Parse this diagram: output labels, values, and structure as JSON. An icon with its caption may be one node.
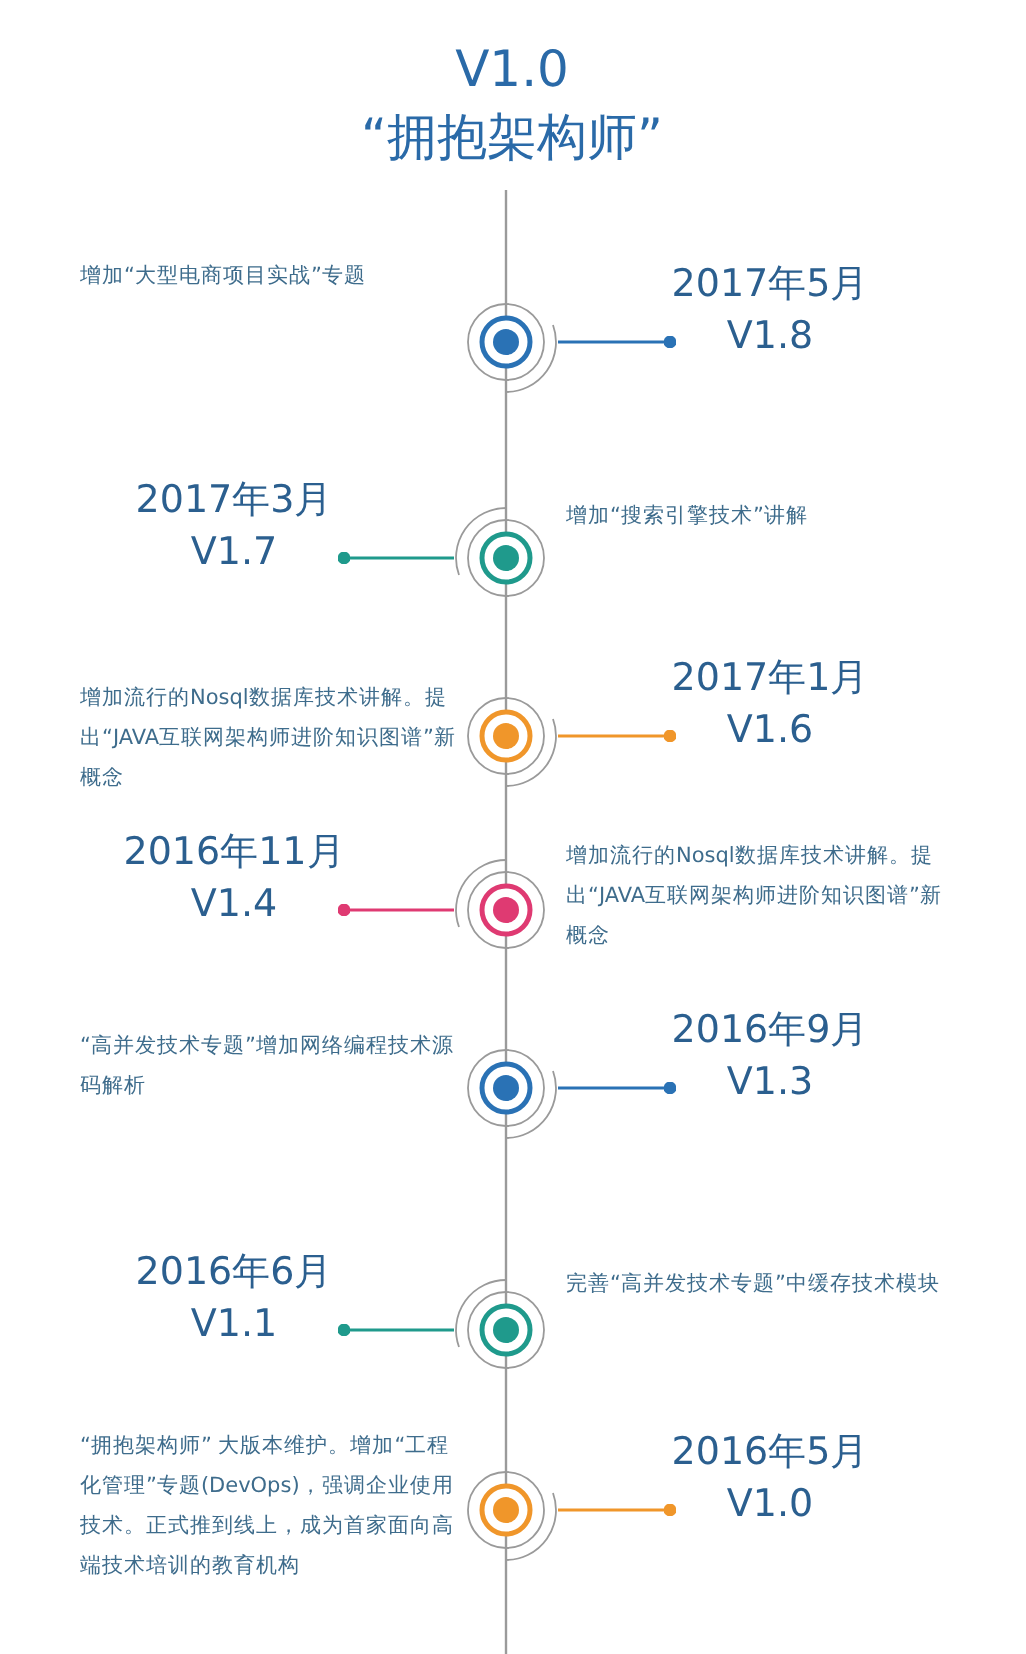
{
  "diagram": {
    "title": "V1.0 “拥抱架构师”",
    "nodes": [
      {
        "text": [],
        "shape": "circle"
      },
      {
        "text": [
          "2017年5月",
          "V1.8"
        ]
      },
      {
        "text": [],
        "shape": "circle",
        "beside": [
          "增加“搜索引擎技术”讲解"
        ]
      },
      {
        "text": [
          "2017年3月",
          "V1.7"
        ]
      },
      {
        "text": [],
        "shape": "circle",
        "beside": [
          "增加流行的Nosql数据库技术讲解。提出“JAVA互联网架构师进阶知识图谱”新概念"
        ]
      },
      {
        "text": [
          "2017年1月",
          "V1.6"
        ]
      },
      {
        "text": [],
        "shape": "circle",
        "beside": [
          "增加流行的Nosql数据库技术讲解。提出“JAVA互联网架构师进阶知识图谱”新概念"
        ]
      },
      {
        "text": [
          "2016年11月",
          "V1.4"
        ]
      },
      {
        "text": [],
        "shape": "circle",
        "beside": [
          "“高并发技术专题”增加网络编程技术源码解析"
        ]
      },
      {
        "text": [
          "2016年9月",
          "V1.3"
        ]
      },
      {
        "text": [],
        "shape": "circle",
        "beside": [
          "完善“高并发技术专题”中缓存技术模块"
        ]
      },
      {
        "text": [
          "2016年6月",
          "V1.1"
        ]
      },
      {
        "text": [],
        "shape": "circle",
        "beside": [
          "“拥抱架构师” 大版本维护。增加“工程化管理”专题(DevOps)，强调企业使用技术。正式推到线上，成为首家面向高端技术培训的教育机构"
        ]
      },
      {
        "text": [
          "2016年5月",
          "V1.0"
        ]
      }
    ],
    "edges": [
      {
        "from": 0,
        "to": 1,
        "arrow": "other",
        "color": "#2a72b5"
      },
      {
        "from": 2,
        "to": 3,
        "arrow": "other",
        "color": "#1f9a8c"
      },
      {
        "from": 4,
        "to": 5,
        "arrow": "other",
        "color": "#f0962a"
      },
      {
        "from": 6,
        "to": 7,
        "arrow": "other",
        "color": "#df3a72"
      },
      {
        "from": 8,
        "to": 9,
        "arrow": "other",
        "color": "#2a72b5"
      },
      {
        "from": 10,
        "to": 11,
        "arrow": "other",
        "color": "#1f9a8c"
      },
      {
        "from": 12,
        "to": 13,
        "arrow": "other",
        "color": "#f0962a"
      },
      {
        "from": 0,
        "to": 2,
        "arrow": "none"
      },
      {
        "from": 2,
        "to": 4,
        "arrow": "none"
      },
      {
        "from": 4,
        "to": 6,
        "arrow": "none"
      },
      {
        "from": 6,
        "to": 8,
        "arrow": "none"
      },
      {
        "from": 8,
        "to": 10,
        "arrow": "none"
      },
      {
        "from": 10,
        "to": 12,
        "arrow": "none"
      },
      {
        "from": null,
        "to": 0,
        "arrow": "none"
      },
      {
        "from": 12,
        "to": null,
        "arrow": "none"
      }
    ],
    "labels": [
      "增加“大型电商项目实战”专题"
    ]
  }
}
